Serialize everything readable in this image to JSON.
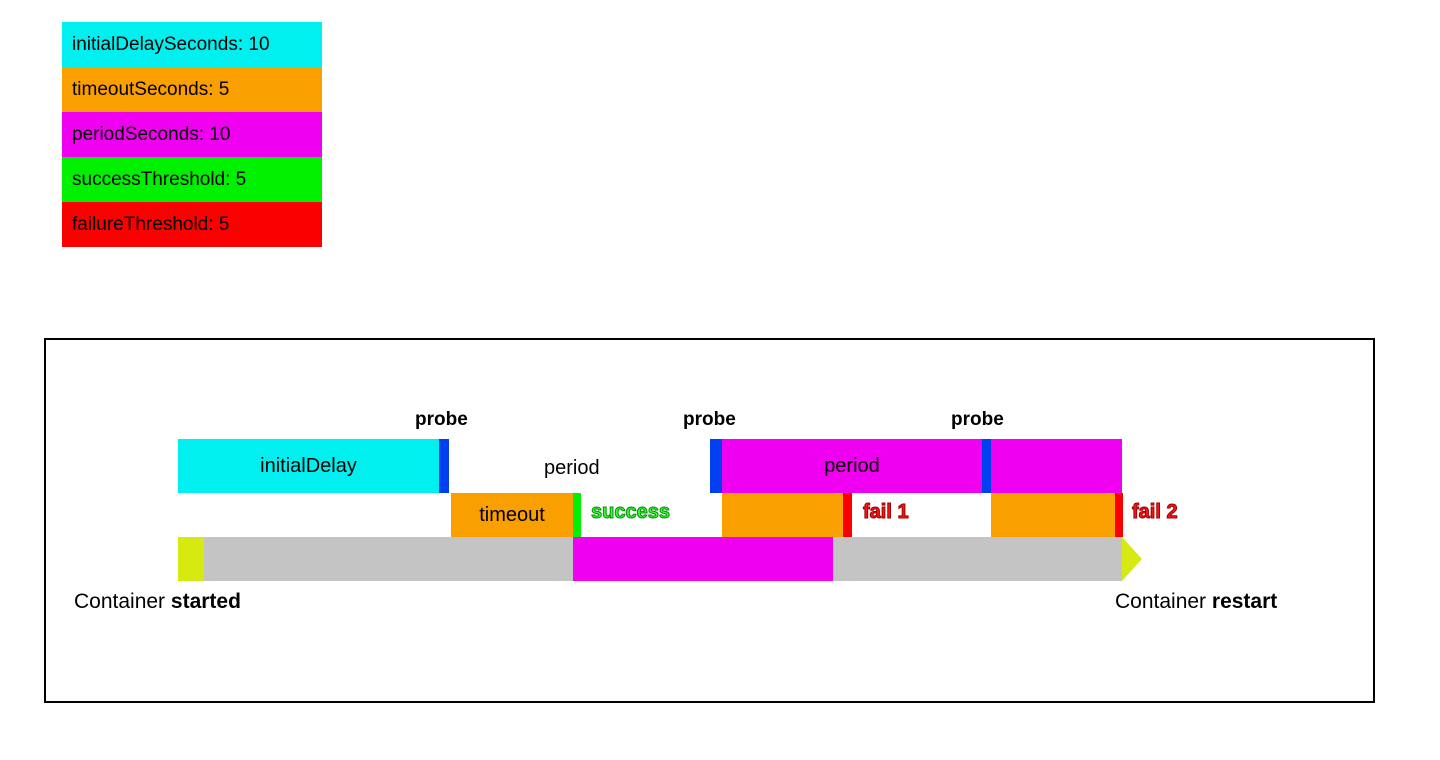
{
  "legend": {
    "items": [
      {
        "label": "initialDelaySeconds: 10",
        "color": "#00f0f0",
        "name": "initial-delay-seconds"
      },
      {
        "label": "timeoutSeconds: 5",
        "color": "#fa9f00",
        "name": "timeout-seconds"
      },
      {
        "label": "periodSeconds: 10",
        "color": "#f000f0",
        "name": "period-seconds"
      },
      {
        "label": "successThreshold: 5",
        "color": "#00f000",
        "name": "success-threshold"
      },
      {
        "label": "failureThreshold: 5",
        "color": "#fa0000",
        "name": "failure-threshold"
      }
    ]
  },
  "diagram": {
    "probe_label_1": "probe",
    "probe_label_2": "probe",
    "probe_label_3": "probe",
    "initial_delay_label": "initialDelay",
    "period_label_1": "period",
    "period_label_2": "period",
    "timeout_label_1": "timeout",
    "success_label": "success",
    "fail_label_1": "fail 1",
    "fail_label_2": "fail 2",
    "container_started_prefix": "Container ",
    "container_started_word": "started",
    "container_restart_prefix": "Container ",
    "container_restart_word": "restart"
  },
  "colors": {
    "initial_delay": "#00f0f0",
    "timeout": "#fa9f00",
    "period": "#f000f0",
    "success": "#00f000",
    "failure": "#fa0000",
    "probe_marker": "#0040f0",
    "timeline": "#c4c4c4",
    "container_marker": "#d6ea12"
  }
}
